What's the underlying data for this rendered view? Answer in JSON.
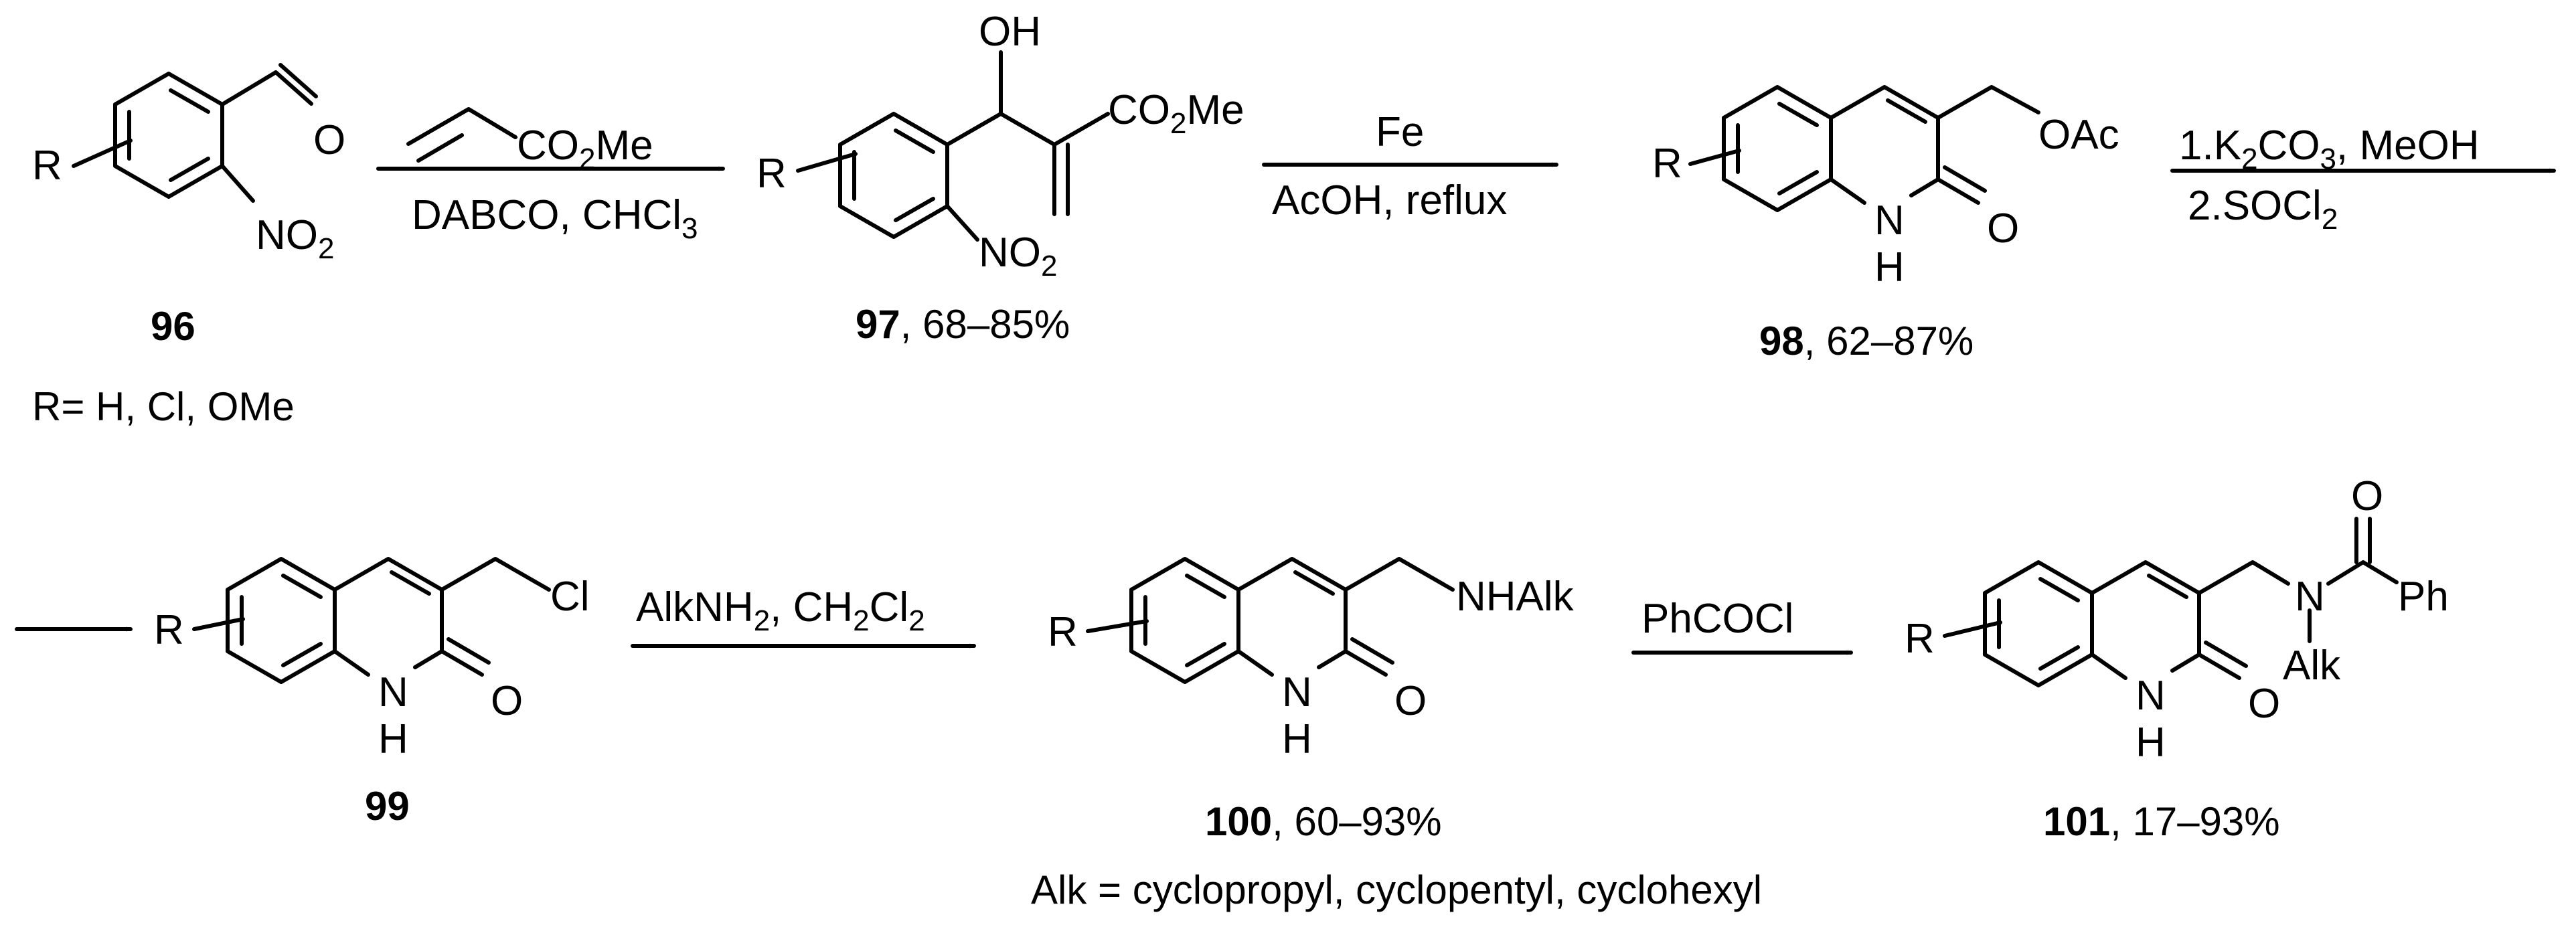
{
  "compounds": {
    "c96": {
      "number": "96",
      "yield": ""
    },
    "c97": {
      "number": "97",
      "yield": ", 68–85%"
    },
    "c98": {
      "number": "98",
      "yield": ", 62–87%"
    },
    "c99": {
      "number": "99",
      "yield": ""
    },
    "c100": {
      "number": "100",
      "yield": ", 60–93%"
    },
    "c101": {
      "number": "101",
      "yield": ", 17–93%"
    }
  },
  "labels": {
    "R": "R",
    "O": "O",
    "OH": "OH",
    "NO": "NO",
    "two": "2",
    "three": "3",
    "CO": "CO",
    "Me": "Me",
    "OAc": "OAc",
    "N": "N",
    "H": "H",
    "Cl": "Cl",
    "NHAlk": "NHAlk",
    "Ph": "Ph",
    "Alk": "Alk"
  },
  "reagents": {
    "step1_below_pre": "DABCO, CHCl",
    "step2_top": "Fe",
    "step2_bottom": "AcOH, reflux",
    "step3_top_pre": "1.K",
    "step3_top_mid": "CO",
    "step3_top_post": ", MeOH",
    "step3_bottom_pre": "2.SOCl",
    "step4_pre": "AlkNH",
    "step4_mid": ", CH",
    "step4_post": "Cl",
    "step5": "PhCOCl"
  },
  "notes": {
    "r_groups": "R= H, Cl, OMe",
    "alk_groups": "Alk = cyclopropyl, cyclopentyl, cyclohexyl"
  }
}
